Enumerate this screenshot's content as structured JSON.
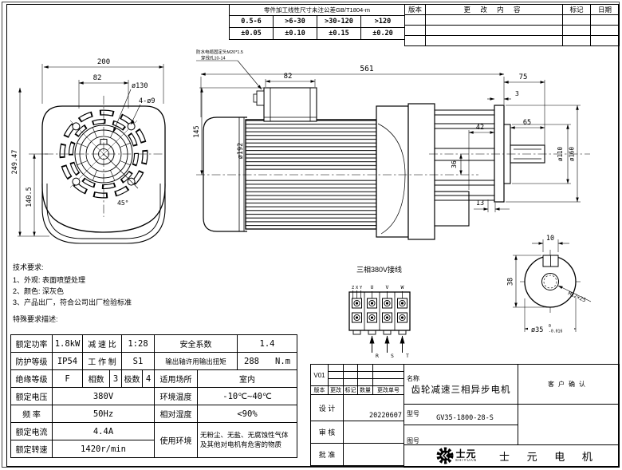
{
  "tolerance_table": {
    "title": "零件加工线性尺寸未注公差GB/T1804-m",
    "ranges": [
      "0.5-6",
      ">6-30",
      ">30-120",
      ">120"
    ],
    "values": [
      "±0.05",
      "±0.10",
      "±0.15",
      "±0.20"
    ]
  },
  "revision_table": {
    "headers": [
      "版本",
      "更 改 内 容",
      "标记",
      "日期"
    ]
  },
  "front_view": {
    "dim_width": "200",
    "dim_bolt_spacing": "82",
    "dim_flange": "ø130",
    "dim_holes": "4-ø9",
    "dim_total_height": "249.47",
    "dim_center_height": "140.5",
    "dim_angle": "45°"
  },
  "side_view": {
    "callout_line1": "防水电缆固定头M20*1.5",
    "callout_line2": "穿线孔10-14",
    "dim_total_length": "561",
    "dim_box_width": "82",
    "dim_height": "145",
    "dim_body_dia": "ø192",
    "dim_axis_offset": "36",
    "dim_hub_len": "42",
    "dim_key_len": "65",
    "dim_shaft_len": "75",
    "dim_spigot_thk": "3",
    "dim_step": "13",
    "dim_spigot_dia": "ø110",
    "dim_flange_dia": "ø160"
  },
  "shaft_view": {
    "dim_key_width": "10",
    "dim_key_height": "38",
    "dim_tap": "M12×25",
    "dim_shaft_dia": "ø35",
    "dim_tol_upper": "0",
    "dim_tol_lower": "-0.016"
  },
  "wiring": {
    "title": "三相380V接线",
    "winding_labels": [
      "Z",
      "X",
      "Y"
    ],
    "phase_labels": [
      "U",
      "V",
      "W"
    ],
    "line_labels": [
      "R",
      "S",
      "T"
    ]
  },
  "tech_req": {
    "title": "技术要求:",
    "item1": "1、外观: 表面喷塑处理",
    "item2": "2、颜色: 深灰色",
    "item3": "3、产品出厂，符合公司出厂检验标准",
    "special": "特殊要求描述:"
  },
  "spec_table": {
    "rated_power_label": "额定功率",
    "rated_power": "1.8kW",
    "ratio_label": "减 速 比",
    "ratio": "1:28",
    "safety_label": "安全系数",
    "safety": "1.4",
    "ip_label": "防护等级",
    "ip": "IP54",
    "duty_label": "工 作 制",
    "duty": "S1",
    "torque_label": "输出轴许用输出扭矩",
    "torque_value": "288",
    "torque_unit": "N.m",
    "insul_label": "绝缘等级",
    "insul": "F",
    "phase_label": "相数",
    "phase": "3",
    "pole_label": "极数",
    "pole": "4",
    "place_label": "适用场所",
    "place": "室内",
    "voltage_label": "额定电压",
    "voltage": "380V",
    "temp_label": "环境温度",
    "temp": "-10℃~40℃",
    "freq_label": "频  率",
    "freq": "50Hz",
    "humidity_label": "相对湿度",
    "humidity": "<90%",
    "current_label": "额定电流",
    "current": "4.4A",
    "env_label": "使用环境",
    "env": "无粉尘、无盐、无腐蚀性气体及其他对电机有危害的物质",
    "speed_label": "额定转速",
    "speed": "1420r/min"
  },
  "title_block": {
    "version": "V01",
    "col_headers": [
      "版本",
      "更改",
      "标记",
      "数量",
      "更改单号"
    ],
    "design_label": "设  计",
    "design_date": "20220607",
    "check_label": "审  核",
    "approve_label": "批  准",
    "name_label": "名称",
    "product_name": "齿轮减速三相异步电机",
    "customer_confirm": "客户确认",
    "model_label": "型号",
    "model": "GV35-1800-28-S",
    "drawing_no_label": "图号",
    "logo_text": "士元",
    "logo_sub": "SHIYUAN",
    "company": "士 元 电 机"
  }
}
